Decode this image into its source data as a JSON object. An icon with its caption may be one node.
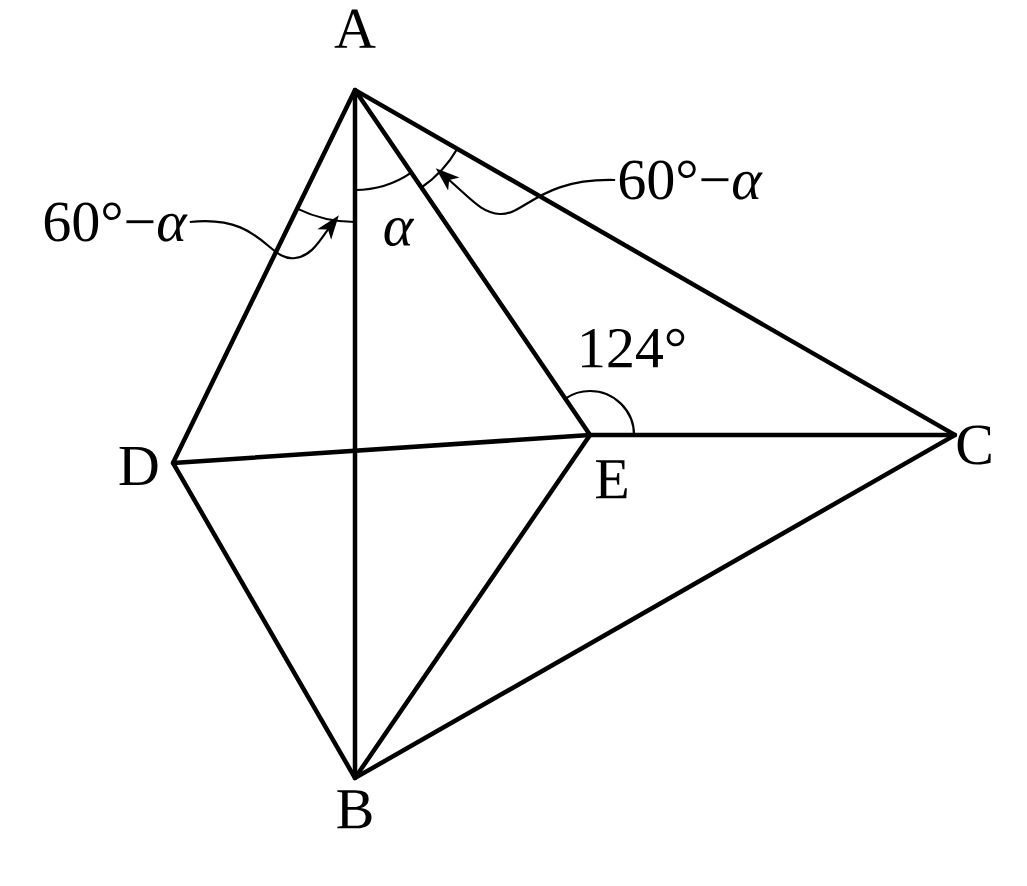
{
  "diagram": {
    "nodes": [
      {
        "text": [
          "A"
        ]
      },
      {
        "text": [
          "B"
        ]
      },
      {
        "text": [
          "C"
        ]
      },
      {
        "text": [
          "D"
        ]
      },
      {
        "text": [
          "E"
        ]
      },
      {
        "text": [
          "60°−*α*"
        ]
      },
      {
        "text": [
          "60°−*α*"
        ]
      },
      {
        "text": [],
        "shape": "arc"
      },
      {
        "text": [],
        "shape": "arc"
      }
    ],
    "edges": [
      {
        "from": 0,
        "to": 3,
        "arrow": "none"
      },
      {
        "from": 0,
        "to": 1,
        "arrow": "none"
      },
      {
        "from": 0,
        "to": 4,
        "arrow": "none"
      },
      {
        "from": 0,
        "to": 2,
        "arrow": "none"
      },
      {
        "from": 3,
        "to": 4,
        "arrow": "none"
      },
      {
        "from": 4,
        "to": 2,
        "arrow": "none"
      },
      {
        "from": 3,
        "to": 1,
        "arrow": "none"
      },
      {
        "from": 4,
        "to": 1,
        "arrow": "none"
      },
      {
        "from": 1,
        "to": 2,
        "arrow": "none"
      },
      {
        "from": 5,
        "to": 7,
        "arrow": "to"
      },
      {
        "from": 6,
        "to": 8,
        "arrow": "to"
      }
    ],
    "labels": [
      "α",
      "124°"
    ]
  }
}
